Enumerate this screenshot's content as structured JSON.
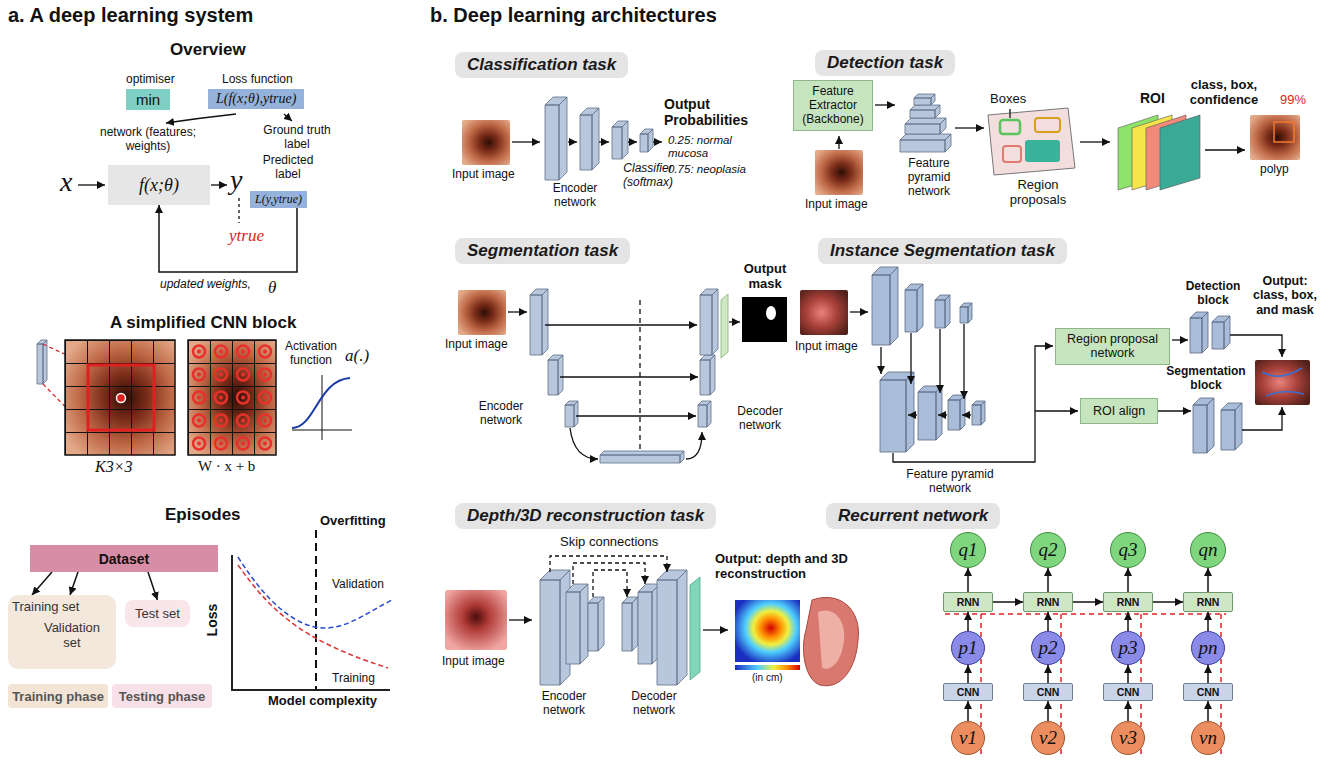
{
  "diagram": {
    "nodes": [
      {
        "text": [
          "optimiser",
          "min"
        ]
      },
      {
        "text": [
          "Loss function",
          "L(f(x;θ),ytrue)"
        ]
      },
      {
        "text": [
          "f(x;θ)"
        ]
      },
      {
        "text": [
          "L(y,ytrue)"
        ]
      },
      {
        "text": [
          "Dataset"
        ]
      },
      {
        "text": [
          "Training set",
          "Validation set"
        ]
      },
      {
        "text": [
          "Test set"
        ]
      },
      {
        "text": [
          "Classification task"
        ]
      },
      {
        "text": [
          "Detection task"
        ]
      },
      {
        "text": [
          "Feature Extractor (Backbone)"
        ]
      },
      {
        "text": [
          "Segmentation task"
        ]
      },
      {
        "text": [
          "Instance Segmentation task"
        ]
      },
      {
        "text": [
          "Region proposal network"
        ]
      },
      {
        "text": [
          "ROI align"
        ]
      },
      {
        "text": [
          "Depth/3D reconstruction task"
        ]
      },
      {
        "text": [
          "Recurrent network"
        ]
      },
      {
        "text": [
          "q1"
        ]
      },
      {
        "text": [
          "q2"
        ]
      },
      {
        "text": [
          "q3"
        ]
      },
      {
        "text": [
          "qn"
        ]
      },
      {
        "text": [
          "RNN"
        ]
      },
      {
        "text": [
          "RNN"
        ]
      },
      {
        "text": [
          "RNN"
        ]
      },
      {
        "text": [
          "RNN"
        ]
      },
      {
        "text": [
          "p1"
        ]
      },
      {
        "text": [
          "p2"
        ]
      },
      {
        "text": [
          "p3"
        ]
      },
      {
        "text": [
          "pn"
        ]
      },
      {
        "text": [
          "CNN"
        ]
      },
      {
        "text": [
          "CNN"
        ]
      },
      {
        "text": [
          "CNN"
        ]
      },
      {
        "text": [
          "CNN"
        ]
      },
      {
        "text": [
          "v1"
        ]
      },
      {
        "text": [
          "v2"
        ]
      },
      {
        "text": [
          "v3"
        ]
      },
      {
        "text": [
          "vn"
        ]
      }
    ],
    "edges": [
      {
        "from": 3,
        "to": 2,
        "arrow": "to"
      },
      {
        "from": 4,
        "to": 5,
        "arrow": "to"
      },
      {
        "from": 4,
        "to": 5,
        "arrow": "to"
      },
      {
        "from": 4,
        "to": 6,
        "arrow": "to"
      },
      {
        "from": 20,
        "to": 21,
        "arrow": "to"
      },
      {
        "from": 21,
        "to": 22,
        "arrow": "to"
      },
      {
        "from": 22,
        "to": 23,
        "arrow": "to"
      },
      {
        "from": 32,
        "to": 28,
        "arrow": "to"
      },
      {
        "from": 28,
        "to": 24,
        "arrow": "to"
      },
      {
        "from": 24,
        "to": 20,
        "arrow": "to"
      },
      {
        "from": 20,
        "to": 16,
        "arrow": "to"
      },
      {
        "from": 33,
        "to": 29,
        "arrow": "to"
      },
      {
        "from": 29,
        "to": 25,
        "arrow": "to"
      },
      {
        "from": 25,
        "to": 21,
        "arrow": "to"
      },
      {
        "from": 21,
        "to": 17,
        "arrow": "to"
      },
      {
        "from": 34,
        "to": 30,
        "arrow": "to"
      },
      {
        "from": 30,
        "to": 26,
        "arrow": "to"
      },
      {
        "from": 26,
        "to": 22,
        "arrow": "to"
      },
      {
        "from": 22,
        "to": 18,
        "arrow": "to"
      },
      {
        "from": 35,
        "to": 31,
        "arrow": "to"
      },
      {
        "from": 31,
        "to": 27,
        "arrow": "to"
      },
      {
        "from": 27,
        "to": 23,
        "arrow": "to"
      },
      {
        "from": 23,
        "to": 19,
        "arrow": "to"
      }
    ],
    "labels": [
      "a. A deep learning system",
      "Overview",
      "network (features; weights)",
      "Ground truth label",
      "x",
      "y",
      "Predicted label",
      "ytrue",
      "updated weights,",
      "θ",
      "A simplified CNN block",
      "Activation function",
      "a(.)",
      "K3×3",
      "W · x + b",
      "Episodes",
      "Overfitting",
      "Loss",
      "Validation",
      "Training",
      "Model complexity",
      "b. Deep learning architectures",
      "Input image",
      "Encoder network",
      "Classifier (softmax)",
      "Output Probabilities",
      "0.25: normal mucosa",
      "0.75: neoplasia",
      "Input image",
      "Feature pyramid network",
      "Boxes",
      "Region proposals",
      "ROI",
      "class, box, confidence",
      "99%",
      "polyp",
      "Input image",
      "Encoder network",
      "Decoder network",
      "Output mask",
      "Input image",
      "Feature pyramid network",
      "Detection block",
      "Segmentation block",
      "Output: class, box, and mask",
      "Skip connections",
      "Input image",
      "Encoder network",
      "Decoder network",
      "Output: depth and 3D reconstruction",
      "(in cm)"
    ],
    "legend": [
      {
        "text": "Training phase",
        "color": "#f3e4d6"
      },
      {
        "text": "Testing phase",
        "color": "#f7e0e7"
      }
    ]
  }
}
